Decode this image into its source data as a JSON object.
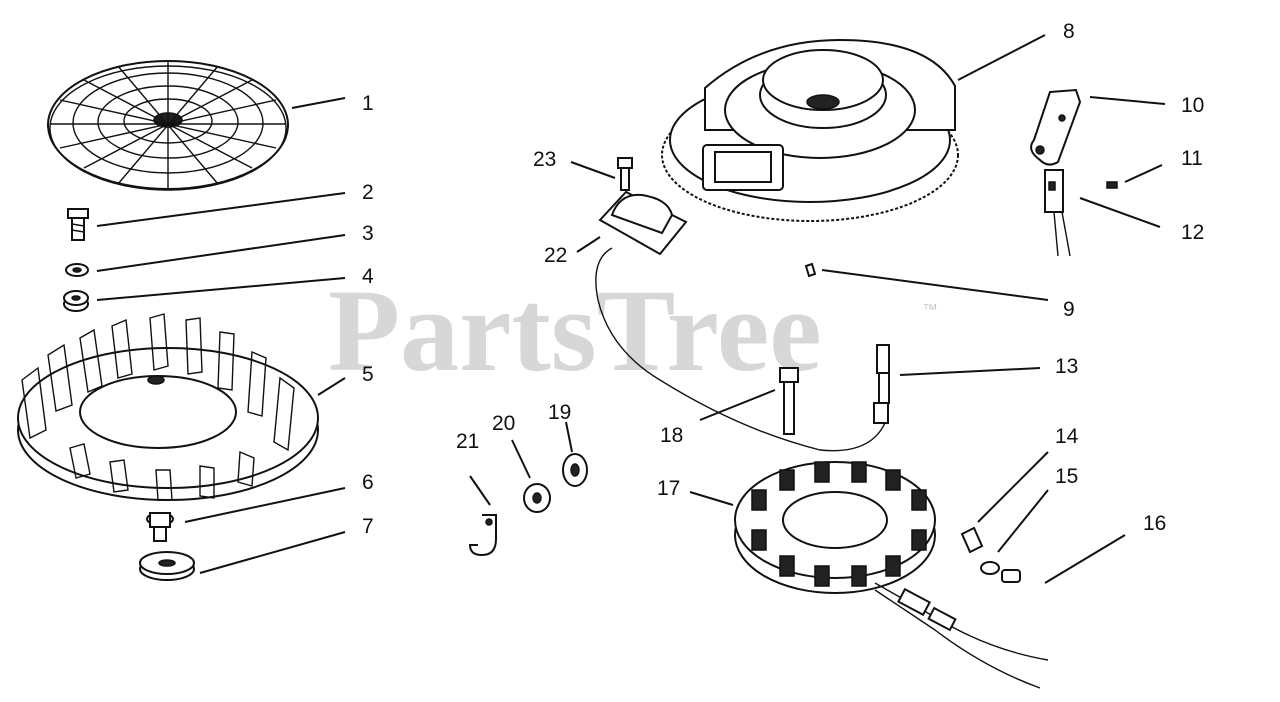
{
  "watermark": {
    "text": "PartsTree",
    "trademark": "™"
  },
  "callouts": {
    "p1": "1",
    "p2": "2",
    "p3": "3",
    "p4": "4",
    "p5": "5",
    "p6": "6",
    "p7": "7",
    "p8": "8",
    "p9": "9",
    "p10": "10",
    "p11": "11",
    "p12": "12",
    "p13": "13",
    "p14": "14",
    "p15": "15",
    "p16": "16",
    "p17": "17",
    "p18": "18",
    "p19": "19",
    "p20": "20",
    "p21": "21",
    "p22": "22",
    "p23": "23"
  }
}
